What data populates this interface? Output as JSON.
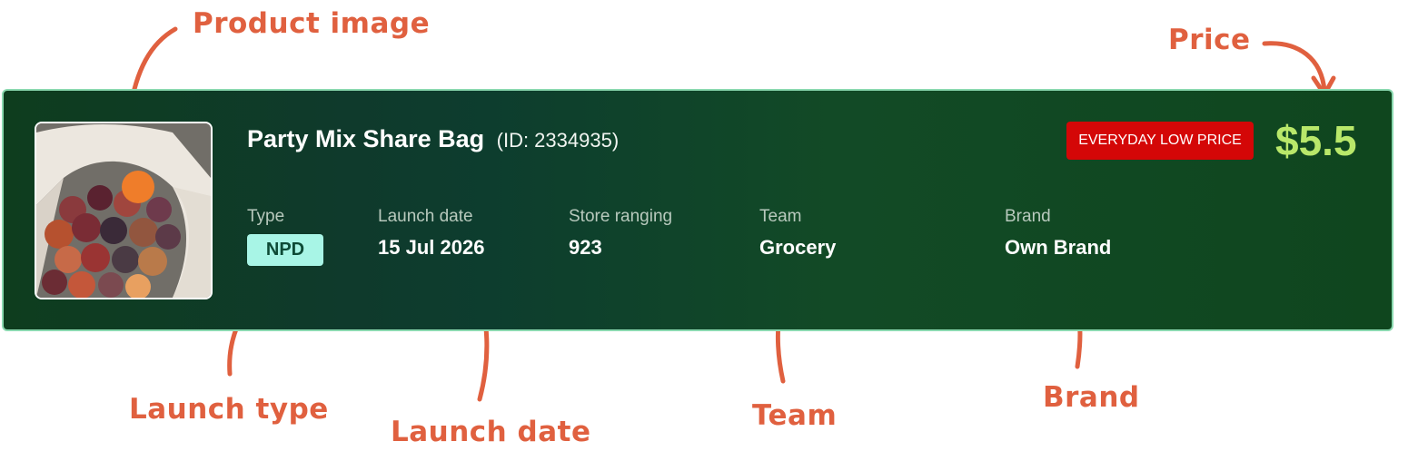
{
  "annotations": {
    "product_image": "Product image",
    "price": "Price",
    "launch_type": "Launch type",
    "launch_date": "Launch date",
    "team": "Team",
    "brand": "Brand"
  },
  "product": {
    "name": "Party Mix Share Bag",
    "id_text": "(ID: 2334935)",
    "promo_badge": "EVERYDAY LOW PRICE",
    "price": "$5.5",
    "fields": {
      "type": {
        "label": "Type",
        "value": "NPD"
      },
      "launch_date": {
        "label": "Launch date",
        "value": "15 Jul 2026"
      },
      "store_ranging": {
        "label": "Store ranging",
        "value": "923"
      },
      "team": {
        "label": "Team",
        "value": "Grocery"
      },
      "brand": {
        "label": "Brand",
        "value": "Own Brand"
      }
    }
  },
  "colors": {
    "annotation": "#e0603f",
    "promo_red": "#d40707",
    "price_green": "#b9e86a",
    "npd_badge": "#a8f5e6"
  }
}
